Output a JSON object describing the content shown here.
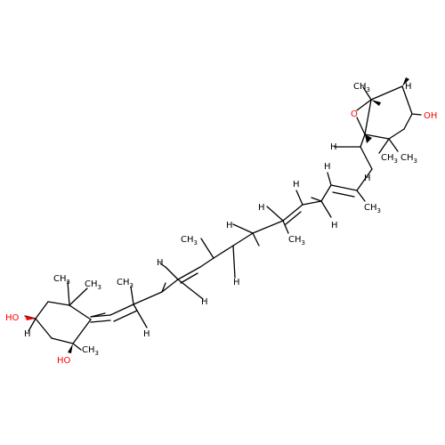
{
  "molecule": {
    "colors": {
      "bond": "#000000",
      "oxygen": "#ff0000",
      "background": "#ffffff"
    },
    "atom_labels": {
      "ho_top_text": "OH",
      "epoxide_o_text": "O",
      "ho_left_text": "HO",
      "ho_bottom_text": "HO",
      "methyl_text": "CH3",
      "methyl_glyph_ch": "CH",
      "methyl_glyph_sub": "3",
      "h_text": "H"
    }
  }
}
